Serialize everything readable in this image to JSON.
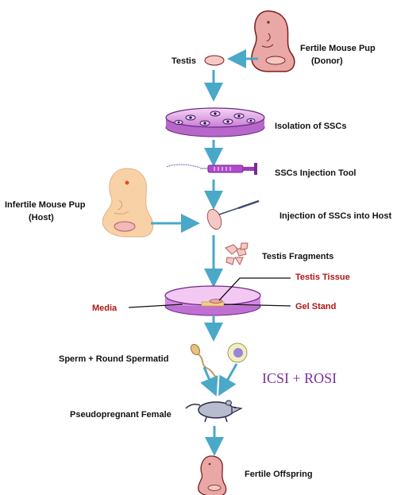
{
  "labels": {
    "donor_line1": "Fertile Mouse Pup",
    "donor_line2": "(Donor)",
    "testis": "Testis",
    "isolation": "Isolation of SSCs",
    "injection_tool": "SSCs Injection Tool",
    "host_line1": "Infertile Mouse Pup",
    "host_line2": "(Host)",
    "injection_into_host": "Injection of SSCs into Host",
    "fragments": "Testis Fragments",
    "testis_tissue": "Testis Tissue",
    "media": "Media",
    "gel_stand": "Gel Stand",
    "sperm_spermatid": "Sperm + Round Spermatid",
    "icsi_rosi": "ICSI + ROSI",
    "pseudopregnant": "Pseudopregnant Female",
    "offspring": "Fertile Offspring"
  },
  "colors": {
    "arrow": "#4aa8c8",
    "pup_pink": "#e9a7a5",
    "pup_outline": "#7a1f1f",
    "host_body": "#f8d2a6",
    "dish_purple": "#8a3aa8",
    "red_label": "#b01515",
    "icsi_text": "#7a2fa0"
  }
}
